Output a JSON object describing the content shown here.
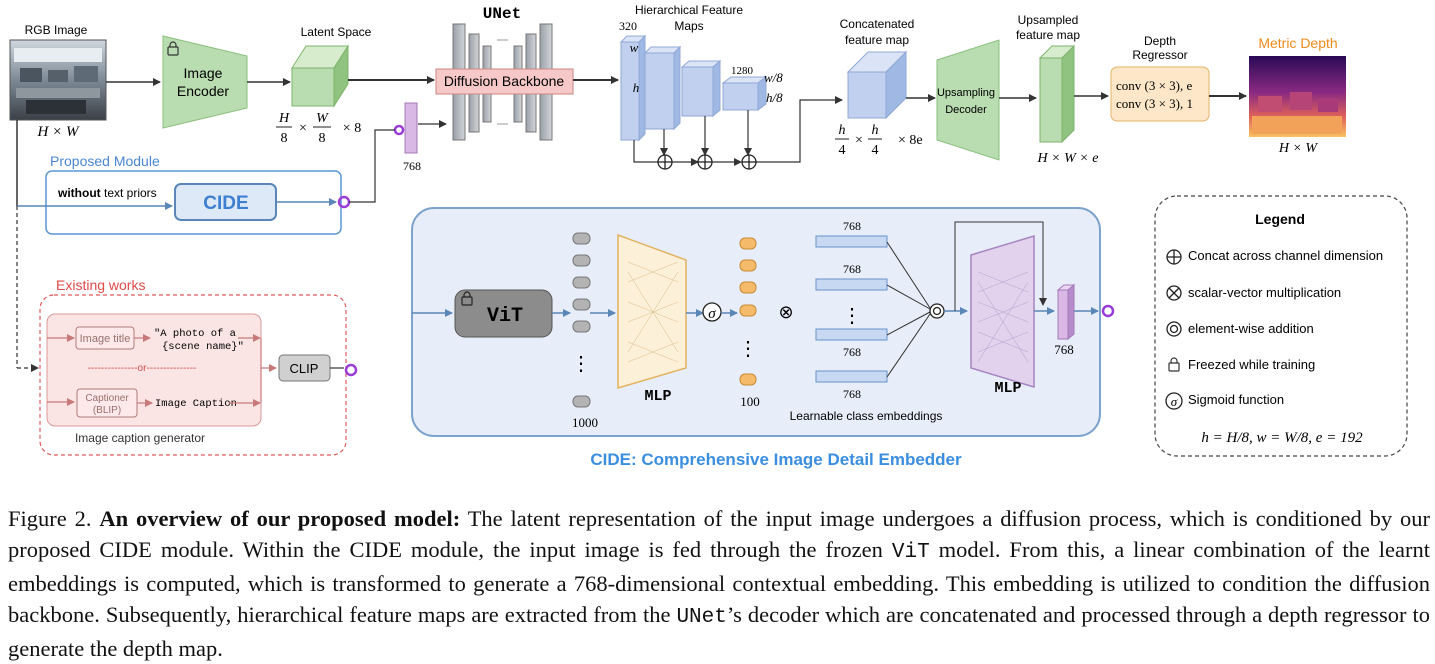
{
  "top": {
    "rgb_label": "RGB Image",
    "rgb_dim": "H × W",
    "encoder_line1": "Image",
    "encoder_line2": "Encoder",
    "latent_label": "Latent Space",
    "latent_dim_h_num": "H",
    "latent_dim_h_den": "8",
    "latent_dim_w_num": "W",
    "latent_dim_w_den": "8",
    "latent_dim_tail": "× 8",
    "latent_dim_times": "×",
    "unet_label": "UNet",
    "backbone_label": "Diffusion Backbone",
    "embed_dim": "768",
    "hfm_line1": "Hierarchical Feature",
    "hfm_line2": "Maps",
    "hfm_320": "320",
    "hfm_w": "w",
    "hfm_h": "h",
    "hfm_1280": "1280",
    "hfm_w8": "w/8",
    "hfm_h8": "h/8",
    "concat_line1": "Concatenated",
    "concat_line2": "feature map",
    "concat_dim_h_num": "h",
    "concat_dim_h_den": "4",
    "concat_dim_w_num": "h",
    "concat_dim_w_den": "4",
    "concat_dim_tail": "× 8e",
    "concat_dim_times": "×",
    "updec_line1": "Upsampling",
    "updec_line2": "Decoder",
    "upfm_line1": "Upsampled",
    "upfm_line2": "feature map",
    "upfm_dim": "H × W × e",
    "regressor_line1": "Depth",
    "regressor_line2": "Regressor",
    "conv1": "conv (3 × 3), e",
    "conv2": "conv (3 × 3), 1",
    "metric_label": "Metric Depth",
    "metric_dim": "H × W"
  },
  "proposed": {
    "title": "Proposed Module",
    "prior_bold": "without",
    "prior_rest": " text priors",
    "cide_label": "CIDE"
  },
  "existing": {
    "title": "Existing works",
    "image_title": "Image title",
    "quote_line1": "\"A photo of a",
    "quote_line2": "{scene name}\"",
    "or_text": "---------------or---------------",
    "captioner_line1": "Captioner",
    "captioner_line2": "(BLIP)",
    "image_caption": "Image Caption",
    "clip_label": "CLIP",
    "footer": "Image caption generator"
  },
  "cide_detail": {
    "vit_label": "ViT",
    "logit_count": "1000",
    "mlp1_label": "MLP",
    "sigma": "σ",
    "prob_count": "100",
    "otimes": "⊗",
    "emb_dims": [
      "768",
      "768",
      "768",
      "768"
    ],
    "emb_caption": "Learnable class embeddings",
    "mlp2_label": "MLP",
    "out_dim": "768",
    "title": "CIDE: Comprehensive Image Detail Embedder"
  },
  "legend": {
    "title": "Legend",
    "items": [
      {
        "symbol": "⊕",
        "text": "Concat across channel dimension"
      },
      {
        "symbol": "⊗",
        "text": "scalar-vector multiplication"
      },
      {
        "symbol": "⊚",
        "text": "element-wise addition"
      },
      {
        "symbol": "lock",
        "text": "Freezed while training"
      },
      {
        "symbol": "σ",
        "text": "Sigmoid function"
      }
    ],
    "formula": "h = H/8, w = W/8, e = 192"
  },
  "caption": {
    "prefix": "Figure 2.",
    "lead": "An overview of our proposed model:",
    "body1": "The latent representation of the input image undergoes a diffusion process, which is conditioned by our proposed CIDE module. Within the CIDE module, the input image is fed through the frozen",
    "vit": "ViT",
    "body2": "model. From this, a linear combination of the learnt embeddings is computed, which is transformed to generate a 768-dimensional contextual embedding. This embedding is utilized to condition the diffusion backbone. Subsequently, hierarchical feature maps are extracted from the",
    "unet": "UNet",
    "body3": "’s decoder which are concatenated and processed through a depth regressor to generate the depth map."
  }
}
